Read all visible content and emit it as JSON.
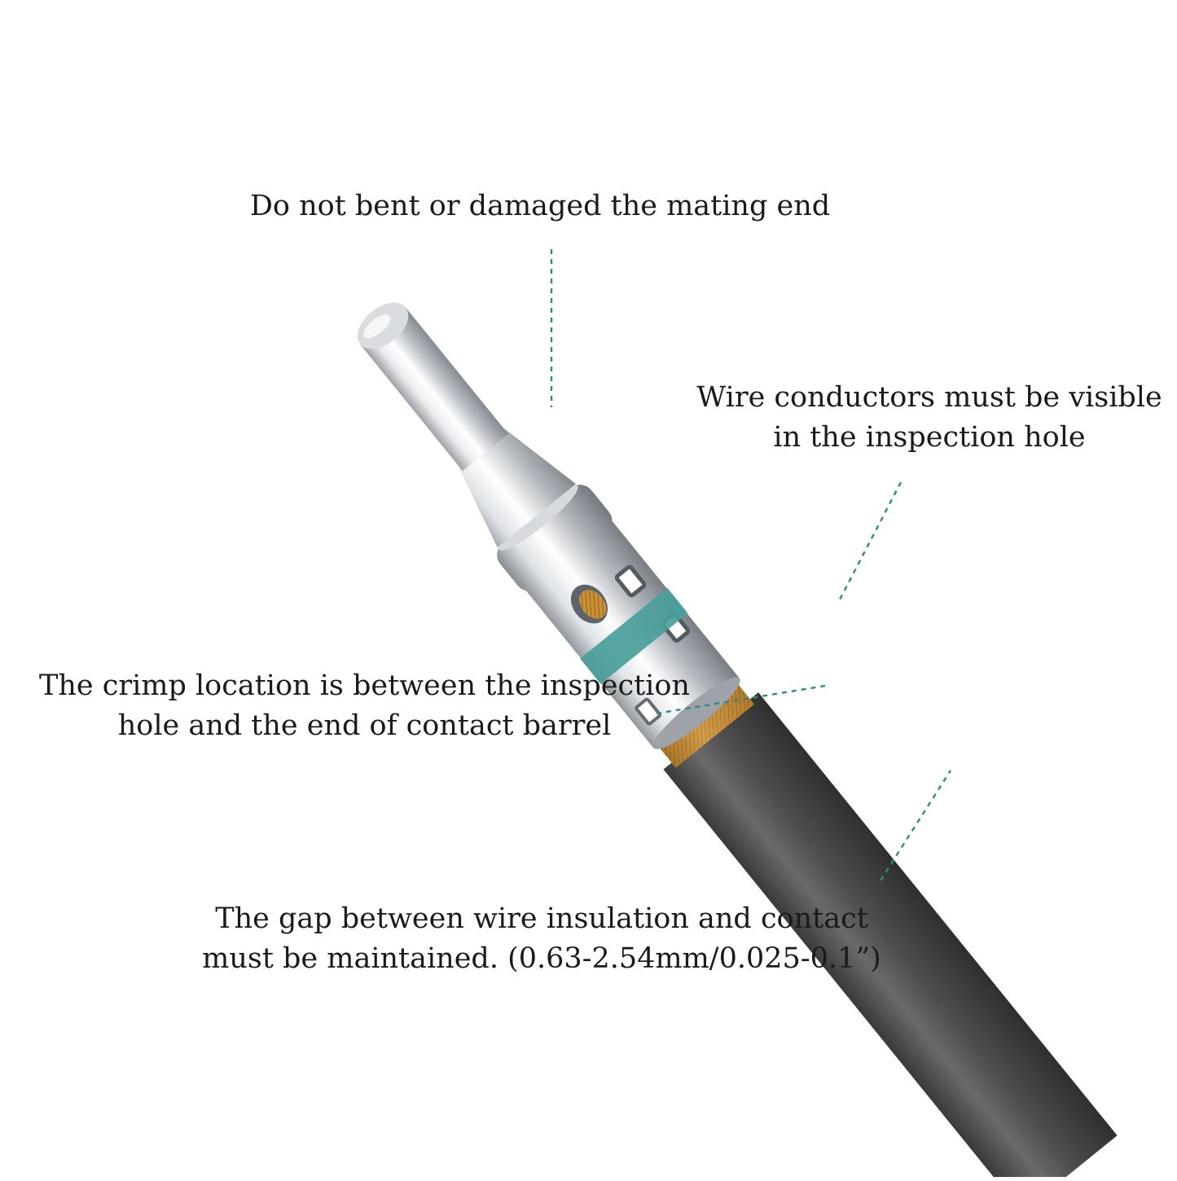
{
  "colors": {
    "leader_line": "#2e8a87",
    "crimp_band": "#4a9e9b",
    "wire_insulation": "#4c4c4c",
    "copper_strands": "#c8913a",
    "contact_metal": "#c4c8cc"
  },
  "callouts": {
    "mating_end": {
      "lines": [
        "Do not bent or damaged the mating end"
      ]
    },
    "inspection_hole": {
      "lines": [
        "Wire conductors must be visible",
        "in the inspection hole"
      ]
    },
    "crimp_location": {
      "lines": [
        "The crimp location is between the inspection",
        "hole and the end of contact barrel"
      ]
    },
    "insulation_gap": {
      "lines": [
        "The gap between wire insulation and contact",
        "must be maintained. (0.63-2.54mm/0.025-0.1”)"
      ]
    }
  }
}
